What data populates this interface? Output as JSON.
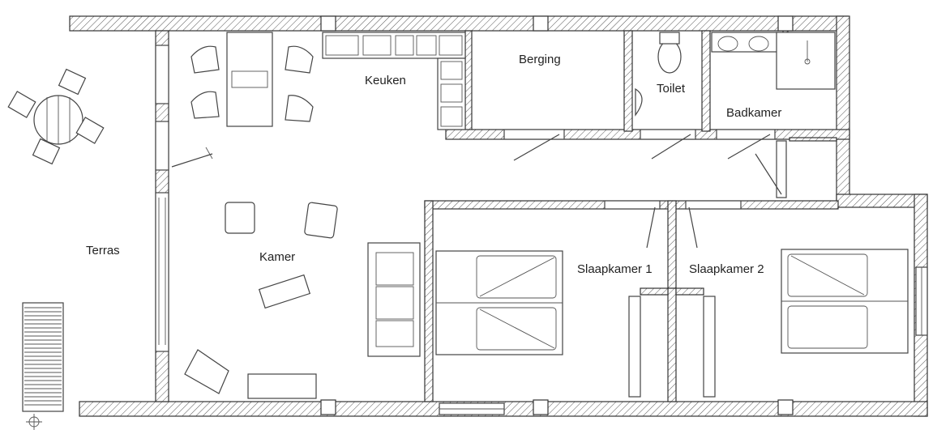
{
  "floorplan": {
    "rooms": {
      "keuken": "Keuken",
      "berging": "Berging",
      "toilet": "Toilet",
      "badkamer": "Badkamer",
      "kamer": "Kamer",
      "terras": "Terras",
      "slaapkamer1": "Slaapkamer 1",
      "slaapkamer2": "Slaapkamer 2"
    }
  }
}
